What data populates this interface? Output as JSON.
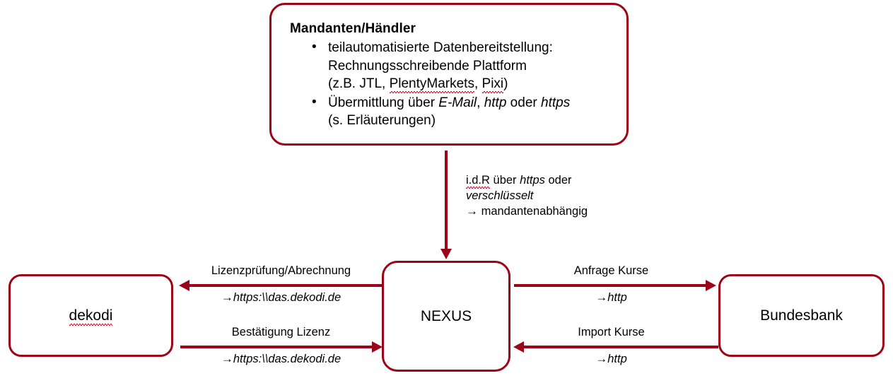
{
  "diagram": {
    "title_box": {
      "heading": "Mandanten/Händler",
      "bullets": [
        {
          "lines": [
            "teilautomatisierte Datenbereitstellung:",
            "Rechnungsschreibende Plattform"
          ],
          "paren_line": {
            "prefix": "(z.B. JTL, ",
            "misspelled_1": "PlentyMarkets",
            "middle": ", ",
            "misspelled_2": "Pixi",
            "suffix": ")"
          }
        },
        {
          "line_prefix": "Übermittlung über ",
          "em1": "E-Mail",
          "sep1": ", ",
          "em2": "http",
          "sep2": " oder ",
          "em3": "https",
          "second_line": "(s. Erläuterungen)"
        }
      ]
    },
    "nodes": {
      "dekodi": "dekodi",
      "nexus": "NEXUS",
      "bundesbank": "Bundesbank"
    },
    "vertical_edge_note": {
      "line1_prefix": "i.d.R",
      "line1_mid": " über ",
      "line1_em": "https",
      "line1_suffix": " oder",
      "line2_em": "verschlüsselt",
      "line3_arrow": "→",
      "line3_text": " mandantenabhängig"
    },
    "edges": [
      {
        "id": "lizenzpruefung",
        "label": "Lizenzprüfung/Abrechnung",
        "arrow": "→",
        "protocol": "https:\\\\das.dekodi.de",
        "direction": "left"
      },
      {
        "id": "bestaetigung-lizenz",
        "label": "Bestätigung  Lizenz",
        "arrow": "→",
        "protocol": "https:\\\\das.dekodi.de",
        "direction": "right"
      },
      {
        "id": "anfrage-kurse",
        "label": "Anfrage Kurse",
        "arrow": "→",
        "protocol": "http",
        "direction": "right"
      },
      {
        "id": "import-kurse",
        "label": "Import Kurse",
        "arrow": "→",
        "protocol": "http",
        "direction": "left"
      }
    ],
    "colors": {
      "stroke": "#9c0418",
      "text": "#000000",
      "spellcheck": "#e8112d",
      "background": "#ffffff"
    }
  }
}
